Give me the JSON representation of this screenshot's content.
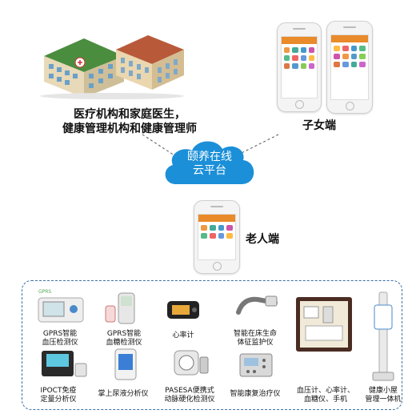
{
  "hospital_label": [
    "医疗机构和家庭医生，",
    "健康管理机构和健康管理师"
  ],
  "children_label": "子女端",
  "cloud": {
    "line1": "颐养在线",
    "line2": "云平台",
    "color": "#1b8fd8"
  },
  "elder_label": "老人端",
  "devices": [
    {
      "line1": "GPRS智能",
      "line2": "血压检测仪"
    },
    {
      "line1": "GPRS智能",
      "line2": "血糖检测仪"
    },
    {
      "line1": "心率计",
      "line2": ""
    },
    {
      "line1": "智能在床生命",
      "line2": "体征监护仪"
    },
    {
      "line1": "血压计、心率计、",
      "line2": "血糖仪、手机"
    },
    {
      "line1": "健康小屋",
      "line2": "管理一体机"
    },
    {
      "line1": "IPOCT免疫",
      "line2": "定量分析仪"
    },
    {
      "line1": "掌上尿液分析仪",
      "line2": ""
    },
    {
      "line1": "PASESA便携式",
      "line2": "动脉硬化检测仪"
    },
    {
      "line1": "智能康复治疗仪",
      "line2": ""
    }
  ],
  "colors": {
    "accent": "#1b8fd8",
    "box_border": "#3b6ea5",
    "app_bar": "#e98b2a"
  }
}
